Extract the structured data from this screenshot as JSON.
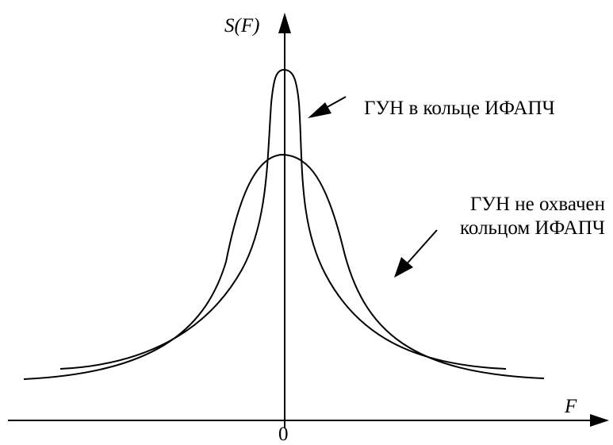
{
  "axes": {
    "y_label_main": "S",
    "y_label_arg": "(F)",
    "x_label": "F",
    "origin_label": "0"
  },
  "annotations": {
    "vco_in_pll": "ГУН в кольце ИФАПЧ",
    "vco_free_line1": "ГУН не охвачен",
    "vco_free_line2": "кольцом ИФАПЧ"
  },
  "colors": {
    "stroke": "#000000",
    "background": "#ffffff"
  }
}
